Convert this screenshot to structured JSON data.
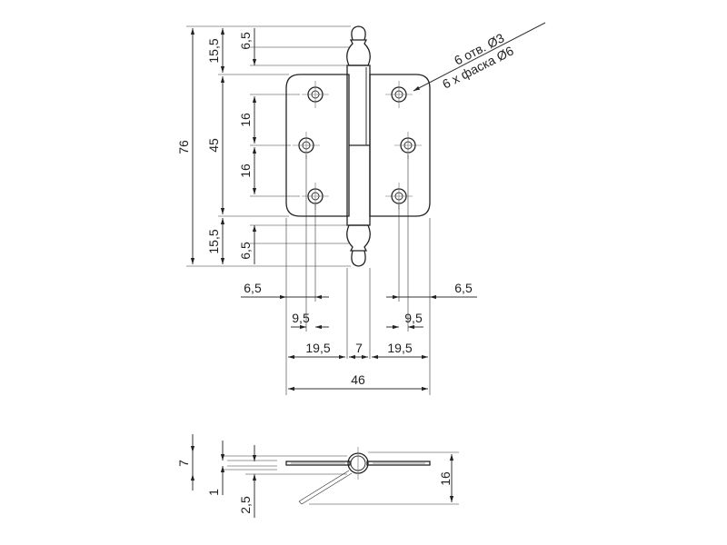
{
  "front_view": {
    "overall_height": "76",
    "top_finial": "15,5",
    "bottom_finial": "15,5",
    "plate_height": "45",
    "top_edge_offset": "6,5",
    "bottom_edge_offset": "6,5",
    "hole_spacing_1": "16",
    "hole_spacing_2": "16",
    "left_edge_offset": "6,5",
    "right_edge_offset": "6,5",
    "left_hole_offset": "9,5",
    "right_hole_offset": "9,5",
    "left_leaf_width": "19,5",
    "pin_width": "7",
    "right_leaf_width": "19,5",
    "overall_width": "46",
    "hole_note_1": "6 отв. Ø3",
    "hole_note_2": "6 х фаска Ø6"
  },
  "side_view": {
    "pin_diameter": "7",
    "leaf_thickness": "1",
    "offset": "2,5",
    "open_height": "16"
  }
}
